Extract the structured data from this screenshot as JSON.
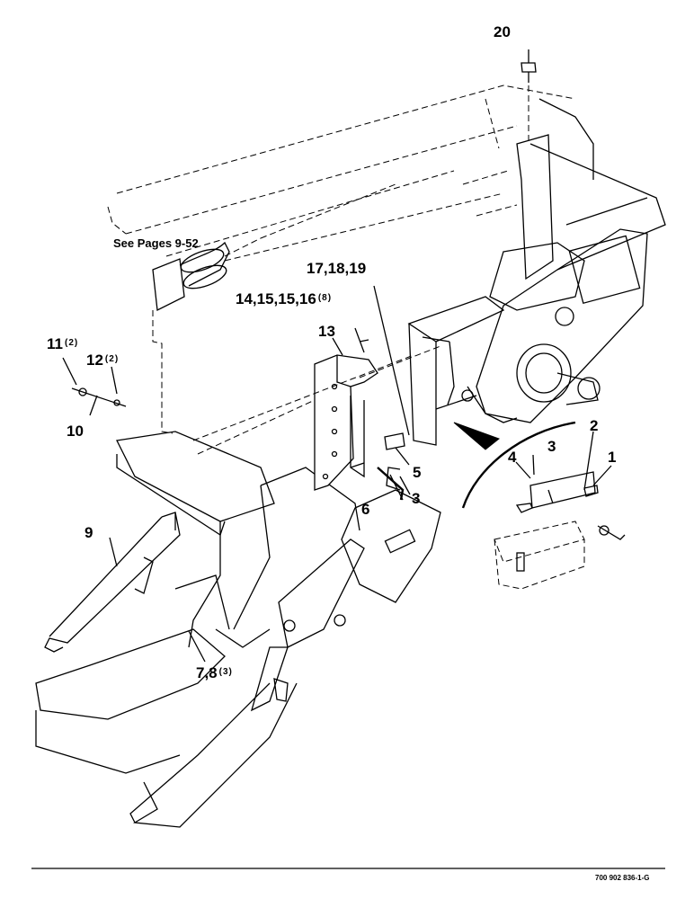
{
  "note": "See Pages 9-52",
  "doc_number": "700 902 836-1-G",
  "callouts": [
    {
      "id": "c20",
      "label": "20",
      "qty": ""
    },
    {
      "id": "c17",
      "label": "17,18,19",
      "qty": ""
    },
    {
      "id": "c14",
      "label": "14,15,15,16",
      "qty": "(8)"
    },
    {
      "id": "c13",
      "label": "13",
      "qty": ""
    },
    {
      "id": "c11",
      "label": "11",
      "qty": "(2)"
    },
    {
      "id": "c12",
      "label": "12",
      "qty": "(2)"
    },
    {
      "id": "c10",
      "label": "10",
      "qty": ""
    },
    {
      "id": "c5",
      "label": "5",
      "qty": ""
    },
    {
      "id": "c3a",
      "label": "3",
      "qty": ""
    },
    {
      "id": "c6",
      "label": "6",
      "qty": ""
    },
    {
      "id": "c2",
      "label": "2",
      "qty": ""
    },
    {
      "id": "c1",
      "label": "1",
      "qty": ""
    },
    {
      "id": "c3b",
      "label": "3",
      "qty": ""
    },
    {
      "id": "c4",
      "label": "4",
      "qty": ""
    },
    {
      "id": "c9",
      "label": "9",
      "qty": ""
    },
    {
      "id": "c7",
      "label": "7,8",
      "qty": "(3)"
    }
  ]
}
